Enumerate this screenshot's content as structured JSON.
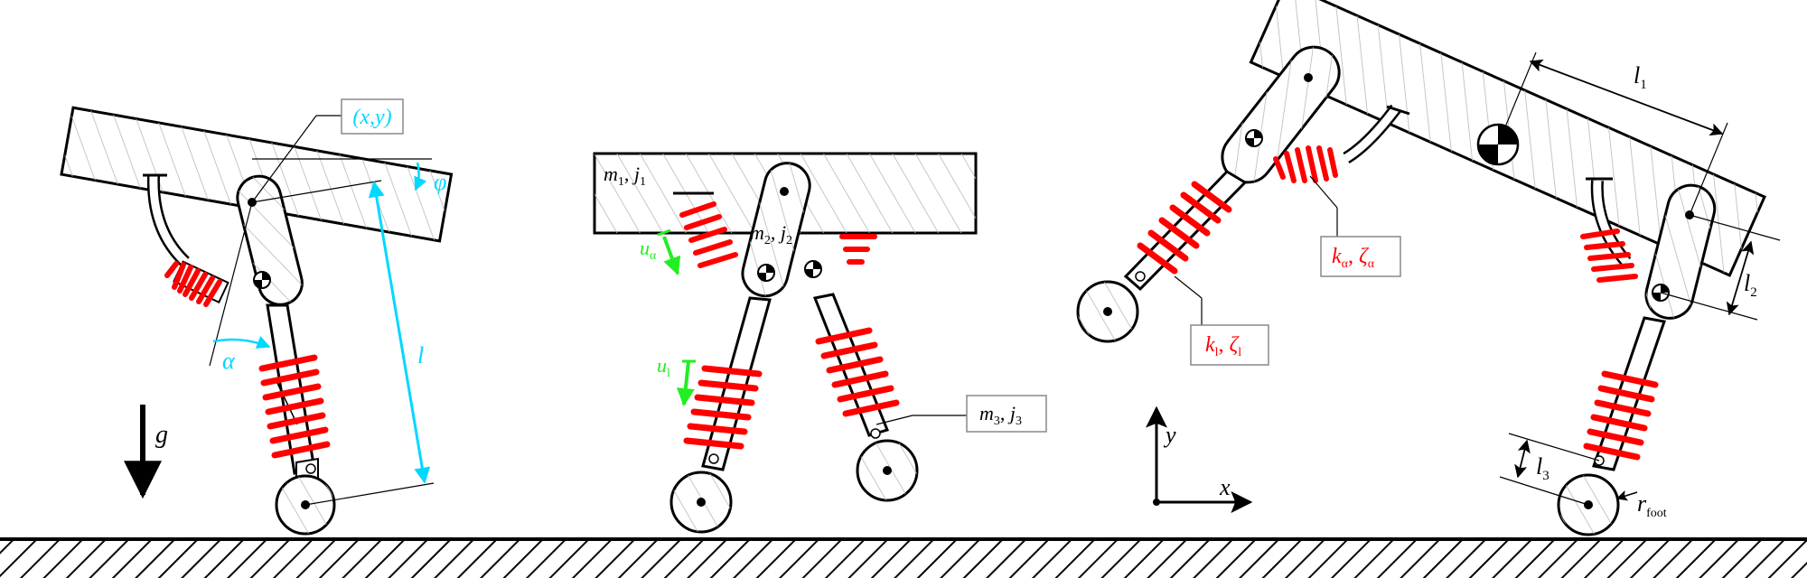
{
  "colors": {
    "ink": "#000000",
    "spring": "#ff0000",
    "geometry_annotation": "#00d8ff",
    "control_input": "#22ee22",
    "body_fill": "#ffffff",
    "hatch": "#b8b8b8"
  },
  "panel_left": {
    "position_label": "(x,y)",
    "pitch_label": "φ",
    "hip_angle_label": "α",
    "leg_length_label": "l",
    "gravity_label": "g"
  },
  "panel_middle": {
    "body_mass": {
      "sym_m": "m",
      "sub_m": "1",
      "sym_j": "j",
      "sub_j": "1"
    },
    "thigh_mass": {
      "sym_m": "m",
      "sub_m": "2",
      "sym_j": "j",
      "sub_j": "2"
    },
    "shank_mass": {
      "sym_m": "m",
      "sub_m": "3",
      "sym_j": "j",
      "sub_j": "3"
    },
    "hip_input": {
      "sym": "u",
      "sub": "α"
    },
    "leg_input": {
      "sym": "u",
      "sub": "l"
    }
  },
  "panel_right": {
    "leg_spring": {
      "sym_k": "k",
      "sub_k": "l",
      "sym_z": "ζ",
      "sub_z": "l"
    },
    "hip_spring": {
      "sym_k": "k",
      "sub_k": "α",
      "sym_z": "ζ",
      "sub_z": "α"
    },
    "dim_l1": {
      "sym": "l",
      "sub": "1"
    },
    "dim_l2": {
      "sym": "l",
      "sub": "2"
    },
    "dim_l3": {
      "sym": "l",
      "sub": "3"
    },
    "foot_radius": {
      "sym": "r",
      "sub": "foot"
    },
    "axis_x": "x",
    "axis_y": "y"
  }
}
